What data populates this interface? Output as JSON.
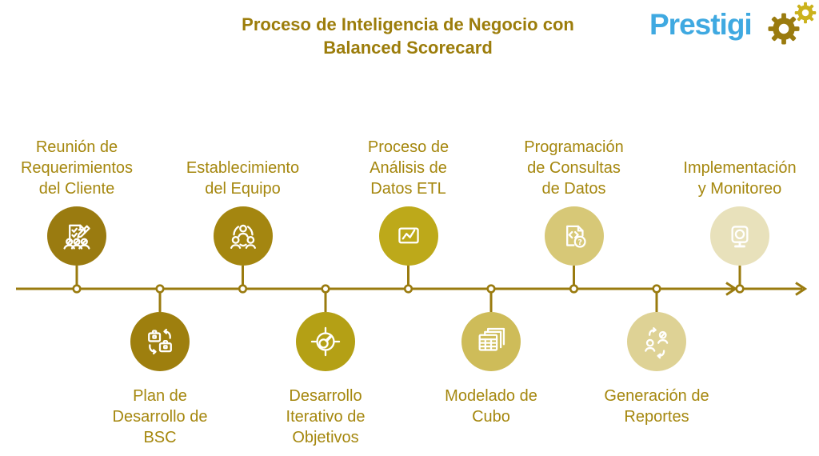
{
  "title": "Proceso de Inteligencia de Negocio con\nBalanced Scorecard",
  "logo": {
    "text": "Prestigi",
    "gear_large_icon": "gear-icon",
    "gear_small_icon": "gear-icon"
  },
  "colors": {
    "title_gold": "#9C7D0B",
    "label_gold": "#A5870E",
    "line_gold": "#9A7B0F",
    "logo_blue": "#3FA9E1",
    "gear_dark": "#9A7B0F",
    "gear_light": "#CBB21D"
  },
  "timeline": {
    "direction": "left-to-right",
    "node_count": 9,
    "color": "#9A7B0F"
  },
  "steps": [
    {
      "label": "Reunión de\nRequerimientos\ndel Cliente",
      "position": "top",
      "icon": "document-checklist-pencil-icon",
      "color": "#9A7B10"
    },
    {
      "label": "Plan de\nDesarrollo de\nBSC",
      "position": "bottom",
      "icon": "briefcase-exchange-icon",
      "color": "#9E7F0E"
    },
    {
      "label": "Establecimiento\ndel Equipo",
      "position": "top",
      "icon": "team-network-icon",
      "color": "#A48610"
    },
    {
      "label": "Desarrollo\nIterativo de\nObjetivos",
      "position": "bottom",
      "icon": "target-gauge-icon",
      "color": "#B4A015"
    },
    {
      "label": "Proceso de\nAnálisis de\nDatos ETL",
      "position": "top",
      "icon": "chart-monitor-icon",
      "color": "#BDA91A"
    },
    {
      "label": "Modelado de\nCubo",
      "position": "bottom",
      "icon": "stacked-tables-icon",
      "color": "#CEBC59"
    },
    {
      "label": "Programación\nde Consultas\nde Datos",
      "position": "top",
      "icon": "code-document-question-icon",
      "color": "#D7C877"
    },
    {
      "label": "Generación de\nReportes",
      "position": "bottom",
      "icon": "people-sync-icon",
      "color": "#DED295"
    },
    {
      "label": "Implementación\ny Monitoreo",
      "position": "top",
      "icon": "monitor-camera-icon",
      "color": "#E8E1BB"
    }
  ]
}
